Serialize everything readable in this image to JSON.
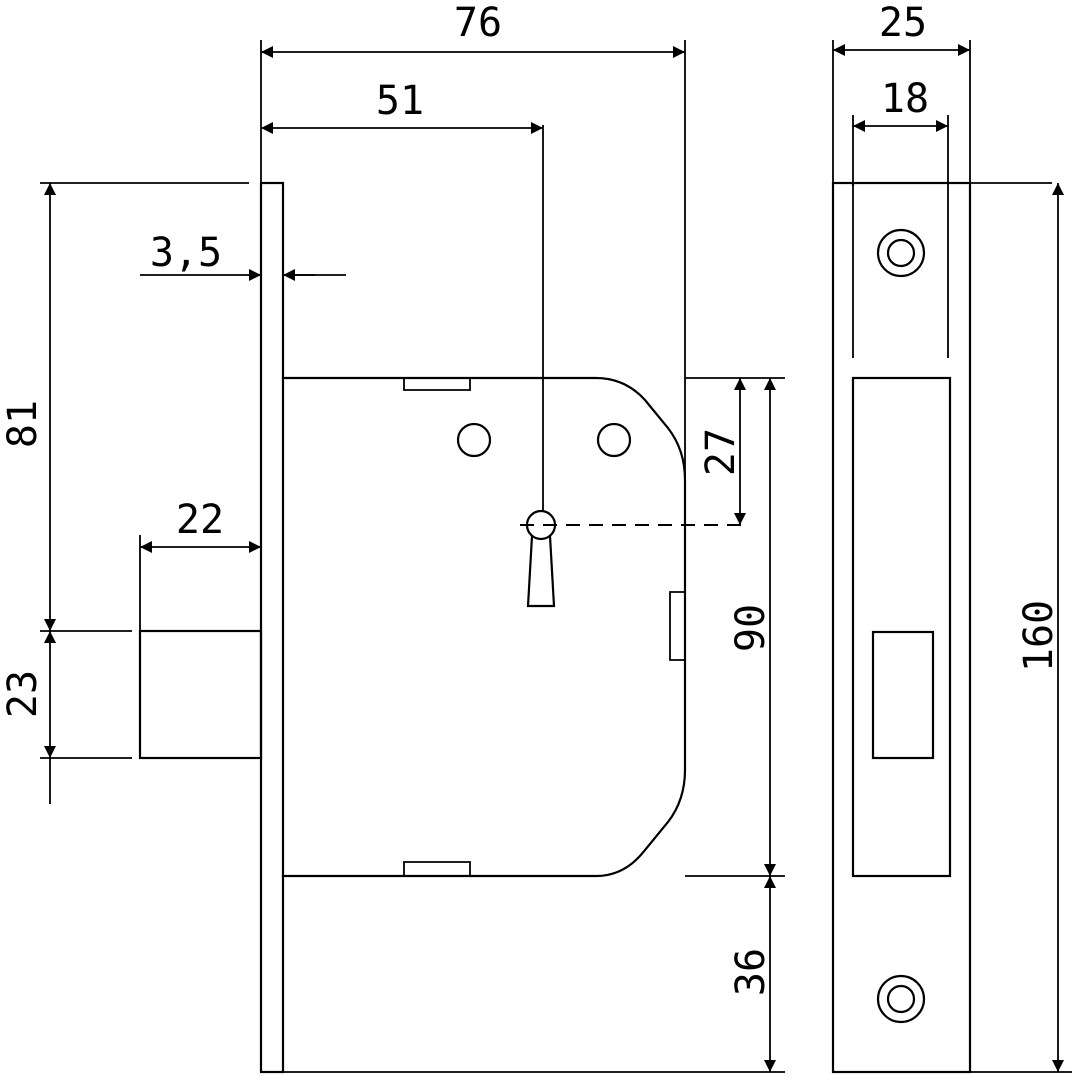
{
  "dimensions": {
    "overall_depth": "76",
    "backset": "51",
    "faceplate_thickness": "3,5",
    "case_height_above_bolt": "81",
    "bolt_throw": "22",
    "bolt_height": "23",
    "keyhole_from_top": "27",
    "case_height": "90",
    "case_bottom_offset": "36",
    "faceplate_width": "25",
    "case_width": "18",
    "faceplate_height": "160"
  }
}
